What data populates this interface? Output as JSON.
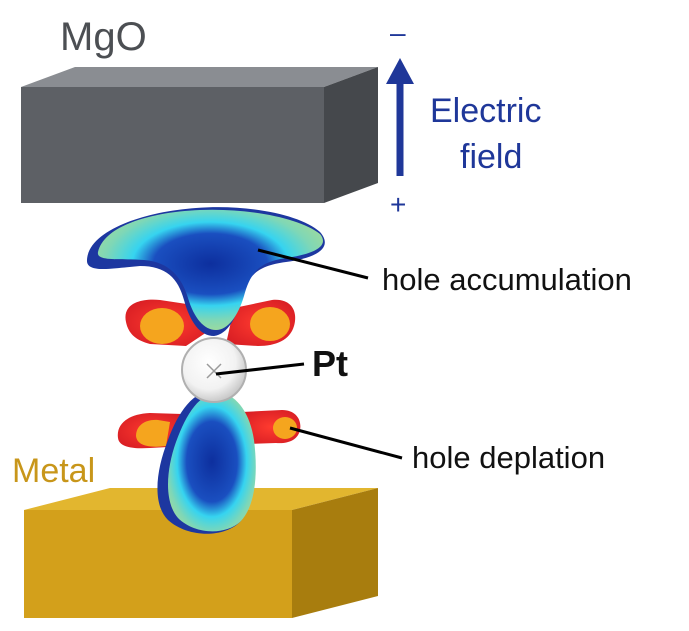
{
  "labels": {
    "mgo": "MgO",
    "field_top_sign": "–",
    "field_line1": "Electric",
    "field_line2": "field",
    "field_bottom_sign": "+",
    "hole_accumulation": "hole accumulation",
    "pt": "Pt",
    "metal": "Metal",
    "hole_depletion": "hole deplation"
  },
  "colors": {
    "mgo_front": "#5a5d62",
    "mgo_top": "#7d8085",
    "mgo_side": "#3f4246",
    "metal_front": "#d4a21a",
    "metal_top": "#e0b634",
    "metal_side": "#a57c10",
    "field_blue": "#1f3799",
    "metal_text": "#c8961a",
    "mgo_text": "#4c4f53",
    "lobe_dark_blue": "#1b3aa6",
    "lobe_cyan": "#3ad6ee",
    "lobe_green": "#8fd8a0",
    "depletion_red": "#e8262c",
    "depletion_orange": "#f5a623"
  }
}
